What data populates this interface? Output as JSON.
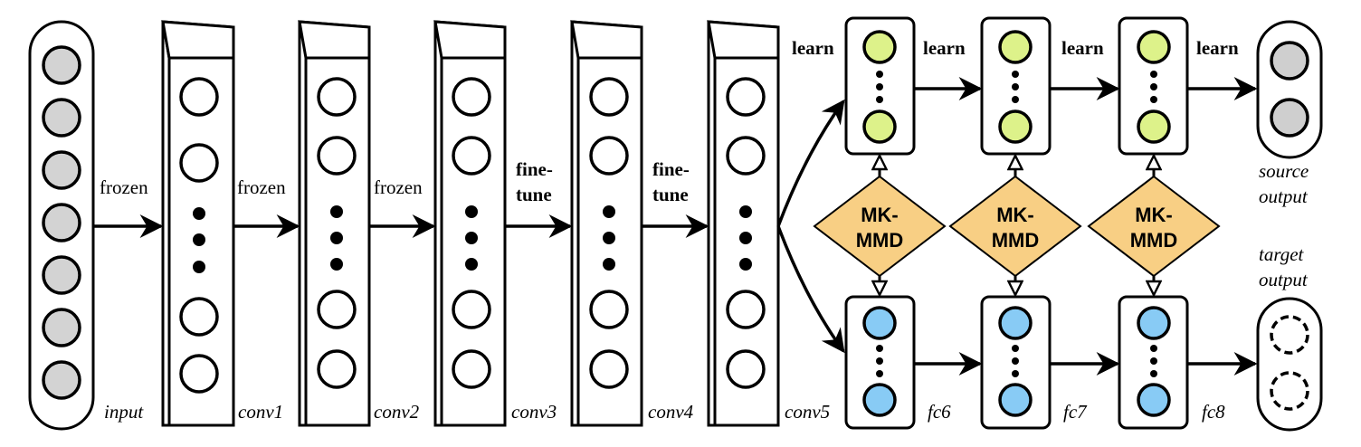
{
  "layers": {
    "input": "input",
    "conv1": "conv1",
    "conv2": "conv2",
    "conv3": "conv3",
    "conv4": "conv4",
    "conv5": "conv5",
    "fc6": "fc6",
    "fc7": "fc7",
    "fc8": "fc8"
  },
  "edges": {
    "e1": "frozen",
    "e2": "frozen",
    "e3": "frozen",
    "e4_line1": "fine-",
    "e4_line2": "tune",
    "e5_line1": "fine-",
    "e5_line2": "tune",
    "learn1": "learn",
    "learn2": "learn",
    "learn3": "learn",
    "learn4": "learn"
  },
  "mmd": {
    "line1": "MK-",
    "line2": "MMD"
  },
  "outputs": {
    "source_line1": "source",
    "source_line2": "output",
    "target_line1": "target",
    "target_line2": "output"
  },
  "colors": {
    "input_node": "#d3d3d3",
    "source_fc_node": "#ddf28a",
    "target_fc_node": "#88cbf5",
    "mmd_fill": "#f8cf84",
    "source_output_node": "#cfcfcf",
    "stroke": "#000000"
  }
}
